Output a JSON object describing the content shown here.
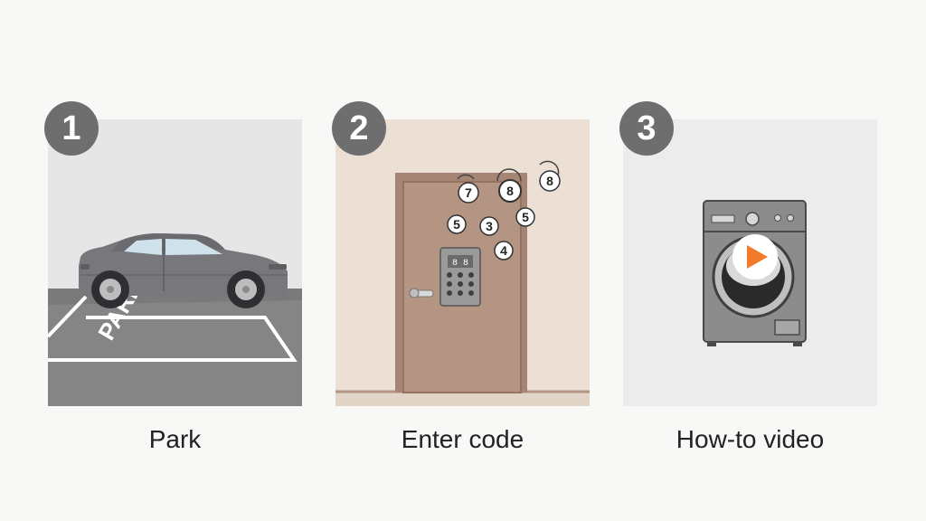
{
  "steps": [
    {
      "number": "1",
      "caption": "Park",
      "sign_text": "PARK"
    },
    {
      "number": "2",
      "caption": "Enter code",
      "keypad_display": "8 8"
    },
    {
      "number": "3",
      "caption": "How-to video"
    }
  ],
  "floating_digits": [
    "7",
    "8",
    "8",
    "5",
    "3",
    "5",
    "4"
  ],
  "colors": {
    "background": "#f8f8f7",
    "badge": "#6e6e6e",
    "panel_1_sky": "#e6e6e6",
    "asphalt": "#858585",
    "car": "#77777c",
    "wall": "#ecdfd3",
    "door": "#b49483",
    "panel_3": "#ececec",
    "washer": "#8c8c8c",
    "play": "#f37a2a"
  },
  "icons": [
    "car-icon",
    "door-icon",
    "keypad-icon",
    "washing-machine-icon",
    "play-icon"
  ]
}
